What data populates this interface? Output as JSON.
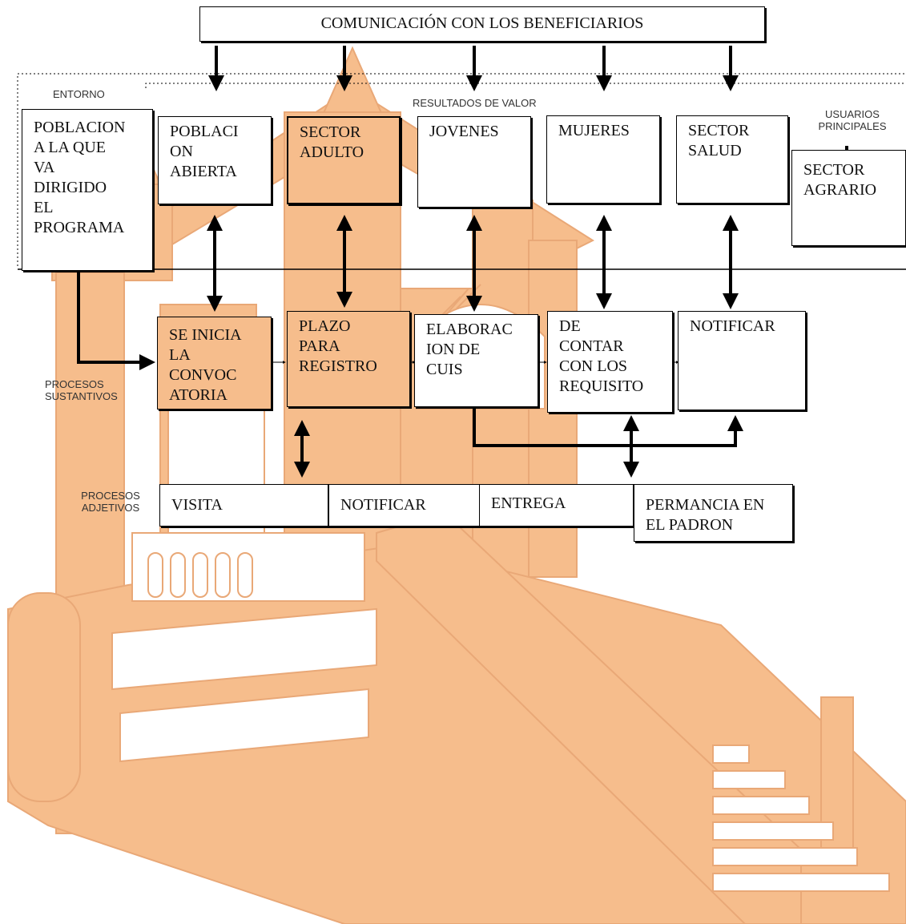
{
  "colors": {
    "building": "#f6bd8c",
    "building_line": "#e9a877",
    "ink": "#000000"
  },
  "header": {
    "title": "COMUNICACIÓN CON LOS BENEFICIARIOS"
  },
  "labels": {
    "entorno": "ENTORNO",
    "resultados": "RESULTADOS DE VALOR",
    "usuarios": "USUARIOS\nPRINCIPALES",
    "sustantivos": "PROCESOS\nSUSTANTIVOS",
    "adjetivos": "PROCESOS\nADJETIVOS"
  },
  "poblacion_objetivo": "POBLACION\nA LA QUE\nVA\nDIRIGIDO\nEL\nPROGRAMA",
  "resultados": [
    "POBLACI\nON\nABIERTA",
    "SECTOR\nADULTO",
    "JOVENES",
    "MUJERES",
    "SECTOR\nSALUD",
    "SECTOR\nAGRARIO"
  ],
  "sustantivos": [
    "SE INICIA\nLA\nCONVOC\nATORIA",
    "PLAZO\nPARA\nREGISTRO",
    "ELABORAC\nION DE\nCUIS",
    "DE\nCONTAR\nCON LOS\nREQUISITO",
    "NOTIFICAR"
  ],
  "adjetivos": [
    "VISITA",
    "NOTIFICAR",
    "ENTREGA",
    "PERMANCIA EN\nEL PADRON"
  ]
}
